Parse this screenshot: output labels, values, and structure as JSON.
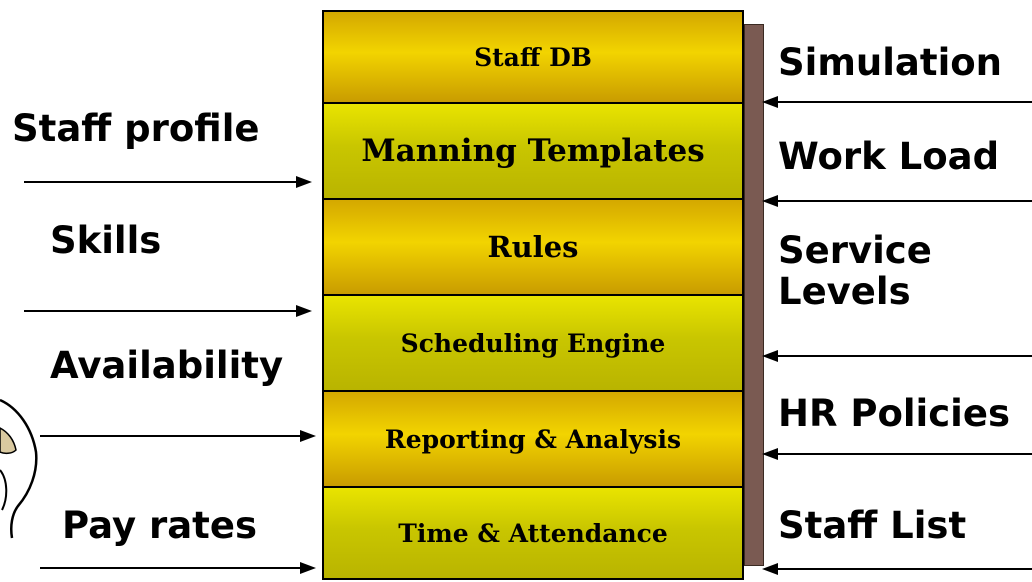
{
  "layers": [
    {
      "label": "Staff DB"
    },
    {
      "label": "Manning Templates"
    },
    {
      "label": "Rules"
    },
    {
      "label": "Scheduling Engine"
    },
    {
      "label": "Reporting & Analysis"
    },
    {
      "label": "Time & Attendance"
    }
  ],
  "inputs_left": [
    {
      "label": "Staff profile"
    },
    {
      "label": "Skills"
    },
    {
      "label": "Availability"
    },
    {
      "label": "Pay rates"
    }
  ],
  "inputs_right": [
    {
      "label": "Simulation"
    },
    {
      "label": "Work Load"
    },
    {
      "label": "Service Levels",
      "line1": "Service",
      "line2": "Levels"
    },
    {
      "label": "HR Policies"
    },
    {
      "label": "Staff List"
    }
  ],
  "colors": {
    "gold_layer": "#e0b800",
    "olive_layer": "#d4d000",
    "shadow": "#7a5a52",
    "text": "#000000"
  }
}
